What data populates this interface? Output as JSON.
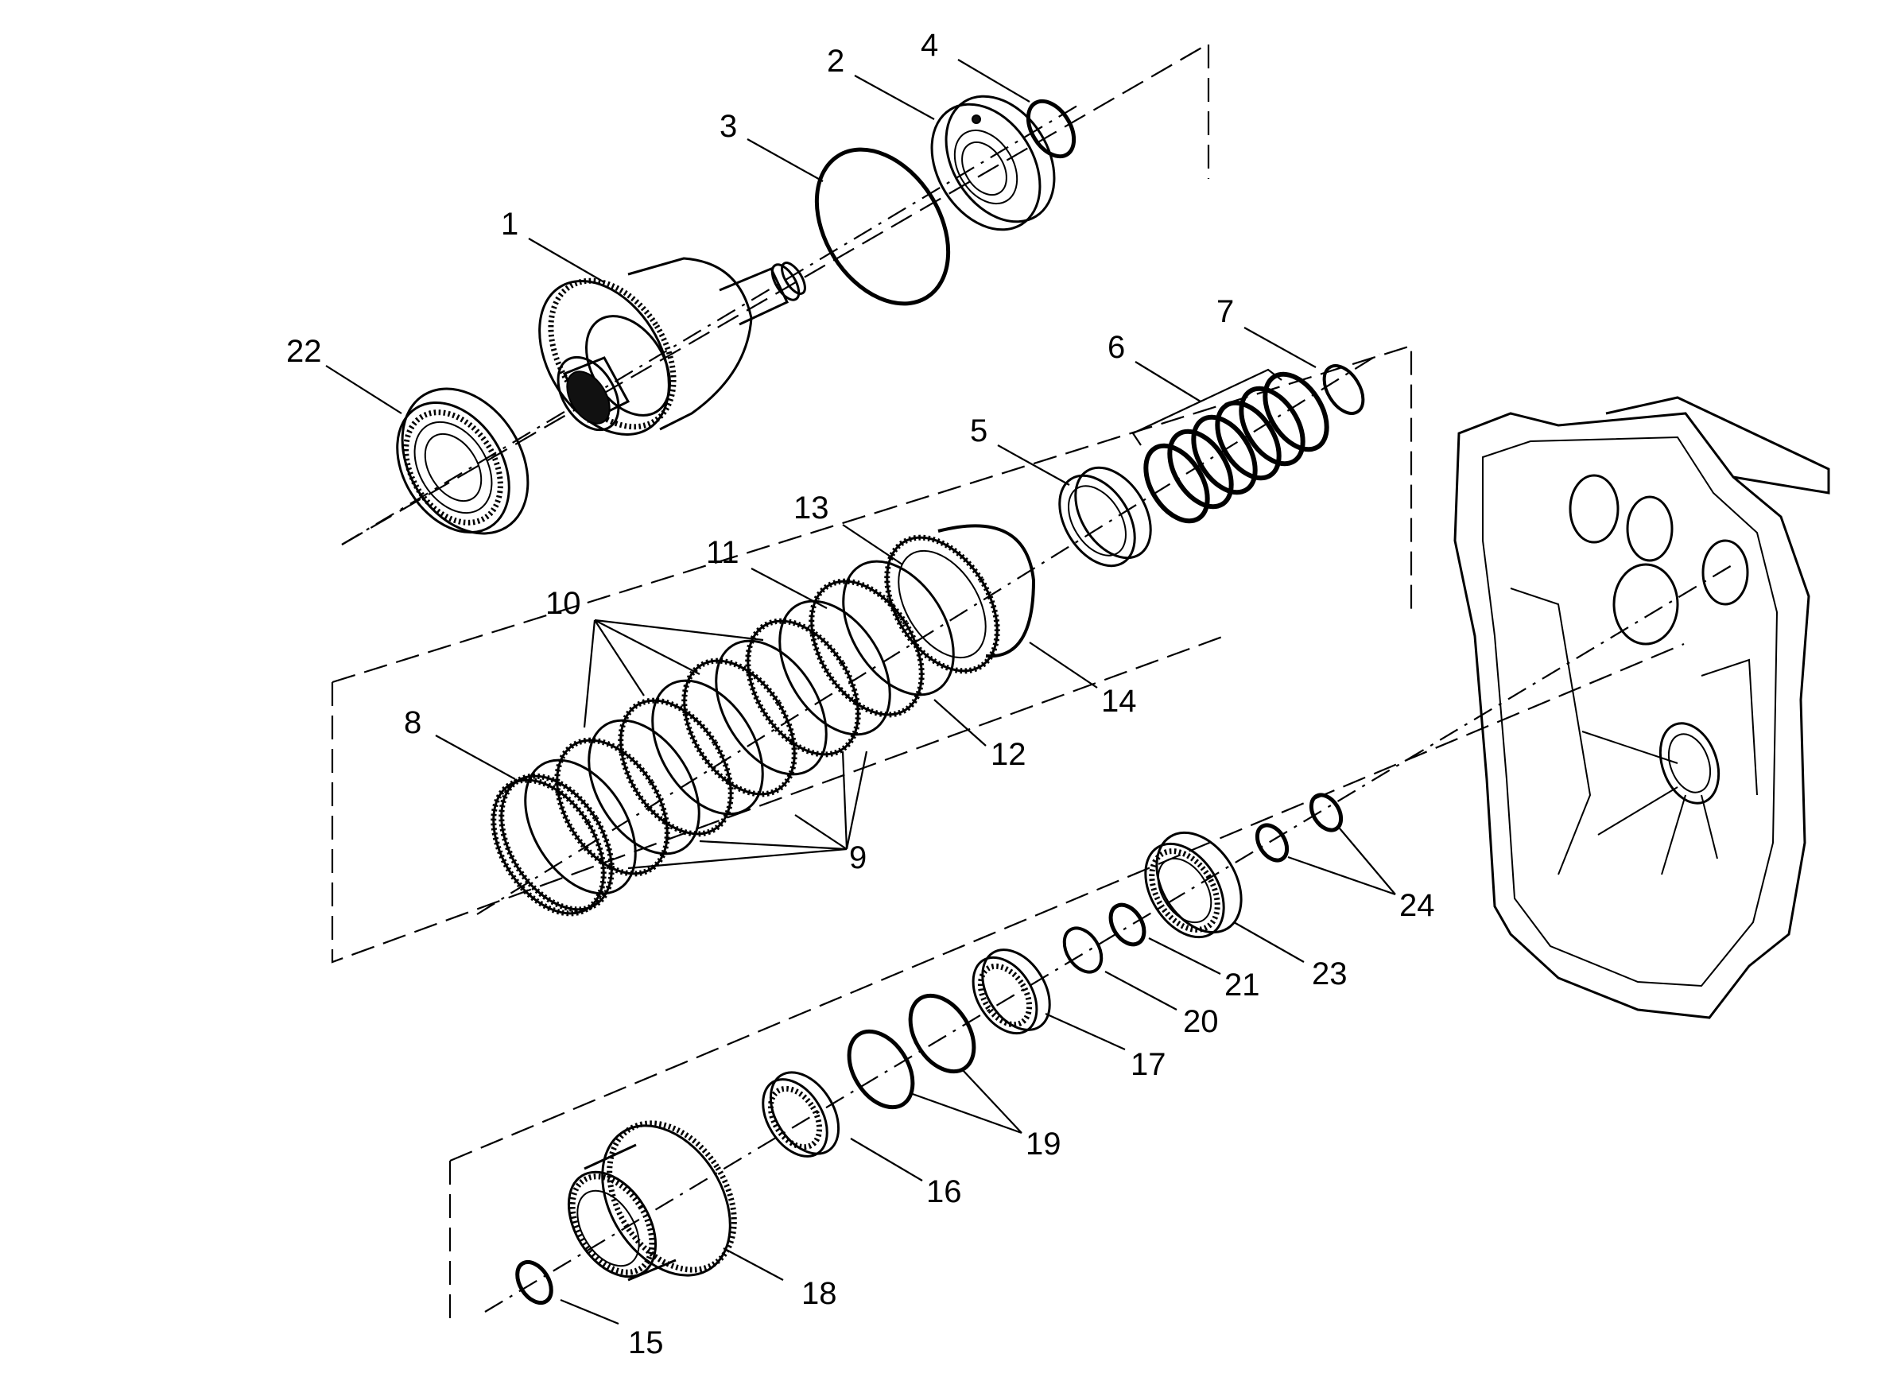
{
  "diagram": {
    "callouts": [
      "1",
      "2",
      "3",
      "4",
      "5",
      "6",
      "7",
      "8",
      "9",
      "10",
      "11",
      "12",
      "13",
      "14",
      "15",
      "16",
      "17",
      "18",
      "19",
      "20",
      "21",
      "22",
      "23",
      "24"
    ],
    "colors": {
      "ink": "#000000",
      "paper": "#ffffff"
    }
  }
}
